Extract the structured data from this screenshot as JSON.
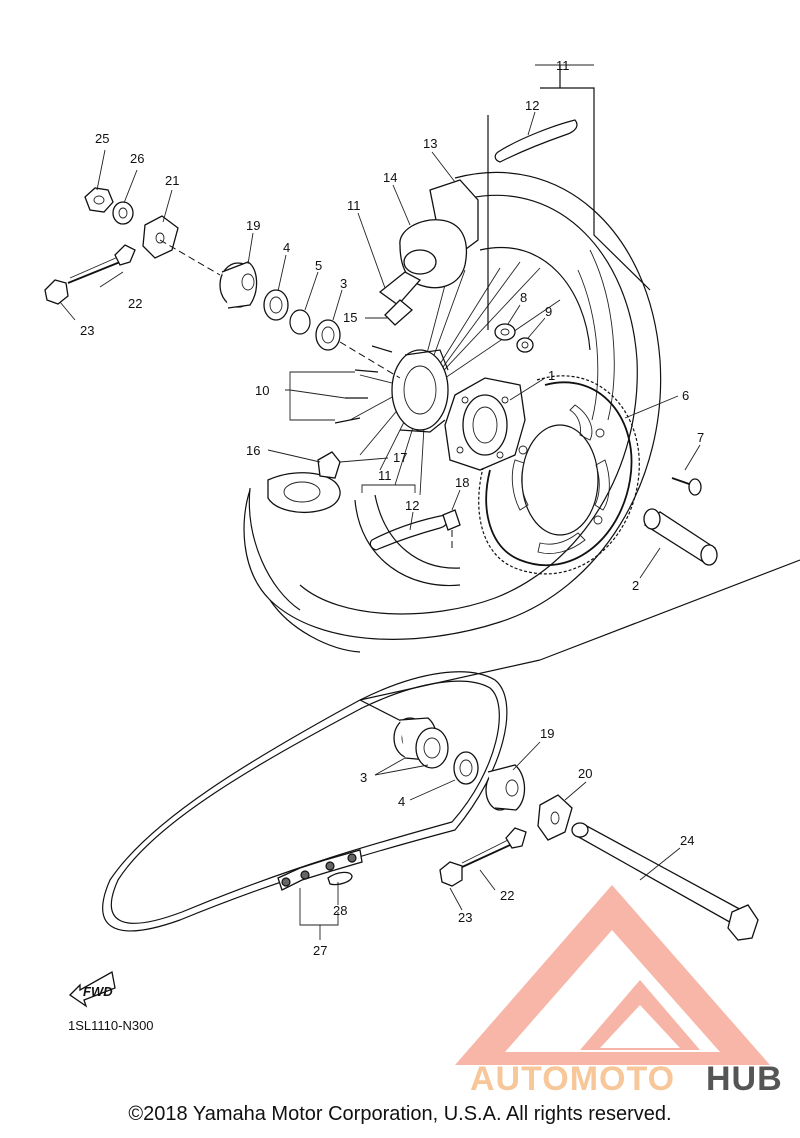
{
  "diagram": {
    "callouts": [
      {
        "id": "c11a",
        "text": "11"
      },
      {
        "id": "c12a",
        "text": "12"
      },
      {
        "id": "c13",
        "text": "13"
      },
      {
        "id": "c14",
        "text": "14"
      },
      {
        "id": "c11b",
        "text": "11"
      },
      {
        "id": "c25",
        "text": "25"
      },
      {
        "id": "c26",
        "text": "26"
      },
      {
        "id": "c21",
        "text": "21"
      },
      {
        "id": "c19a",
        "text": "19"
      },
      {
        "id": "c4a",
        "text": "4"
      },
      {
        "id": "c5",
        "text": "5"
      },
      {
        "id": "c3a",
        "text": "3"
      },
      {
        "id": "c15",
        "text": "15"
      },
      {
        "id": "c8",
        "text": "8"
      },
      {
        "id": "c9",
        "text": "9"
      },
      {
        "id": "c22a",
        "text": "22"
      },
      {
        "id": "c23a",
        "text": "23"
      },
      {
        "id": "c1",
        "text": "1"
      },
      {
        "id": "c10",
        "text": "10"
      },
      {
        "id": "c6",
        "text": "6"
      },
      {
        "id": "c7",
        "text": "7"
      },
      {
        "id": "c16",
        "text": "16"
      },
      {
        "id": "c17",
        "text": "17"
      },
      {
        "id": "c11c",
        "text": "11"
      },
      {
        "id": "c12b",
        "text": "12"
      },
      {
        "id": "c18",
        "text": "18"
      },
      {
        "id": "c2",
        "text": "2"
      },
      {
        "id": "c19b",
        "text": "19"
      },
      {
        "id": "c20",
        "text": "20"
      },
      {
        "id": "c3b",
        "text": "3"
      },
      {
        "id": "c4b",
        "text": "4"
      },
      {
        "id": "c24",
        "text": "24"
      },
      {
        "id": "c22b",
        "text": "22"
      },
      {
        "id": "c23b",
        "text": "23"
      },
      {
        "id": "c28",
        "text": "28"
      },
      {
        "id": "c27",
        "text": "27"
      }
    ],
    "fwd_label": "FWD",
    "diagram_code": "1SL1110-N300"
  },
  "watermark": {
    "part1": "AUTOMOTO",
    "part2": "HUB",
    "color_primary": "#f4a08c",
    "color_secondary": "#f7c79a",
    "color_dark": "#555555"
  },
  "footer": {
    "copyright": "©2018 Yamaha Motor Corporation, U.S.A. All rights reserved."
  }
}
